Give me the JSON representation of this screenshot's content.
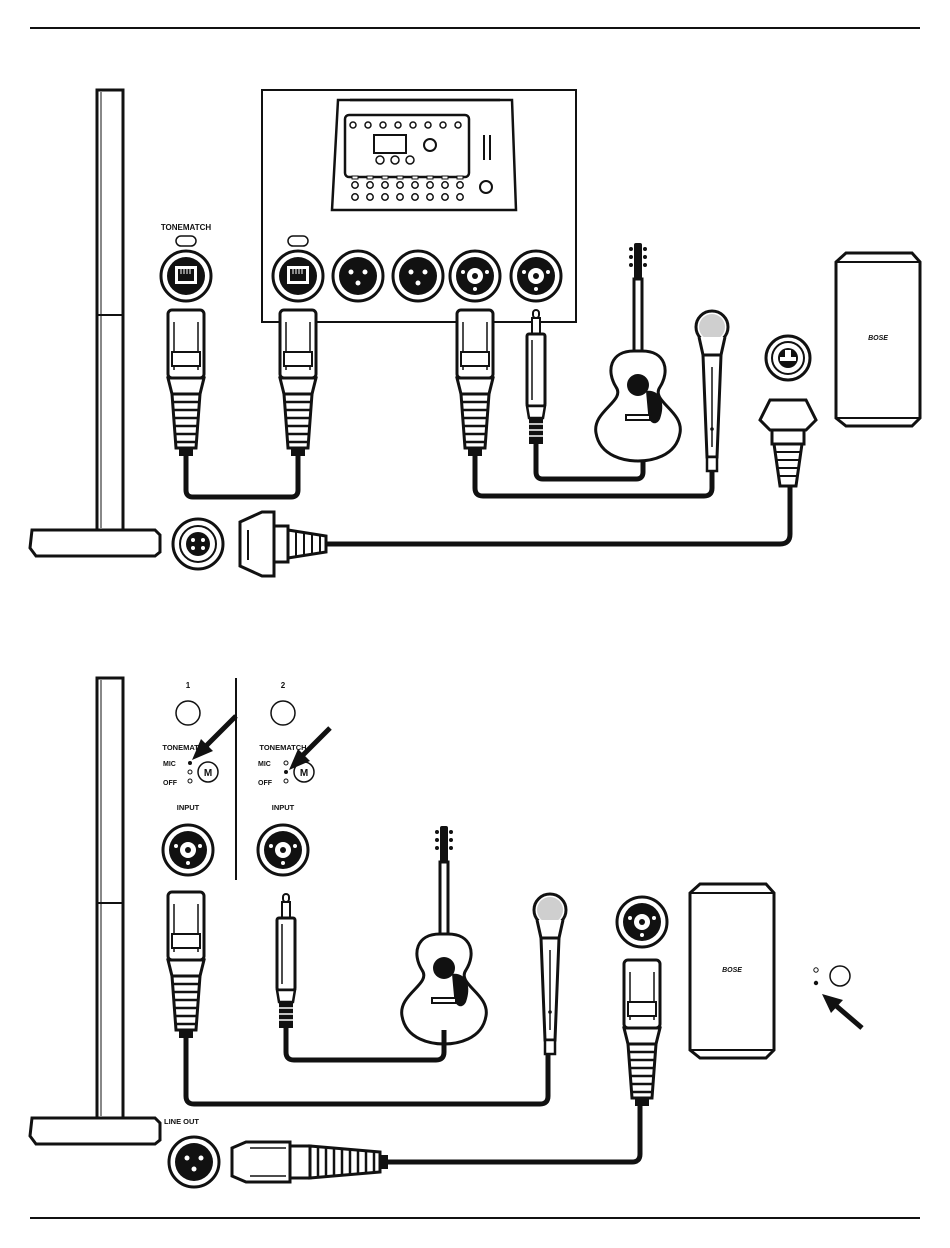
{
  "labels": {
    "tonematch_top": "TONEMATCH",
    "tonematch_ch1": "TONEMATCH",
    "tonematch_ch2": "TONEMATCH",
    "channel_1": "1",
    "channel_2": "2",
    "mic_1": "MIC",
    "off_1": "OFF",
    "mic_2": "MIC",
    "off_2": "OFF",
    "input_1": "INPUT",
    "input_2": "INPUT",
    "line_out": "LINE OUT",
    "brand_top": "BOSE",
    "brand_bottom": "BOSE"
  },
  "colors": {
    "ink": "#111111",
    "paper": "#ffffff",
    "screen_dots": "#bbbbbb"
  }
}
